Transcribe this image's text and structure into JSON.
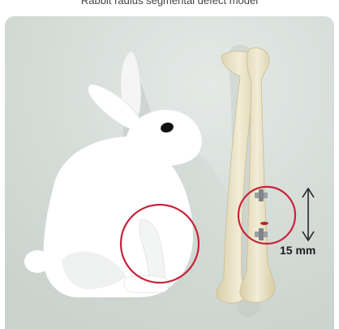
{
  "header": {
    "cropped_caption": "Rabbit radius segmental defect model"
  },
  "measurement": {
    "label": "15 mm"
  },
  "colors": {
    "background": "#d6ddd9",
    "rabbit": "#ffffff",
    "bone": "#eae2c6",
    "highlight_circle": "#c8243a",
    "implant": "#9aa0a3",
    "arrow": "#1c1c1c"
  },
  "icons": {
    "animal": "rabbit-illustration",
    "specimen": "forelimb-bones-illustration"
  }
}
